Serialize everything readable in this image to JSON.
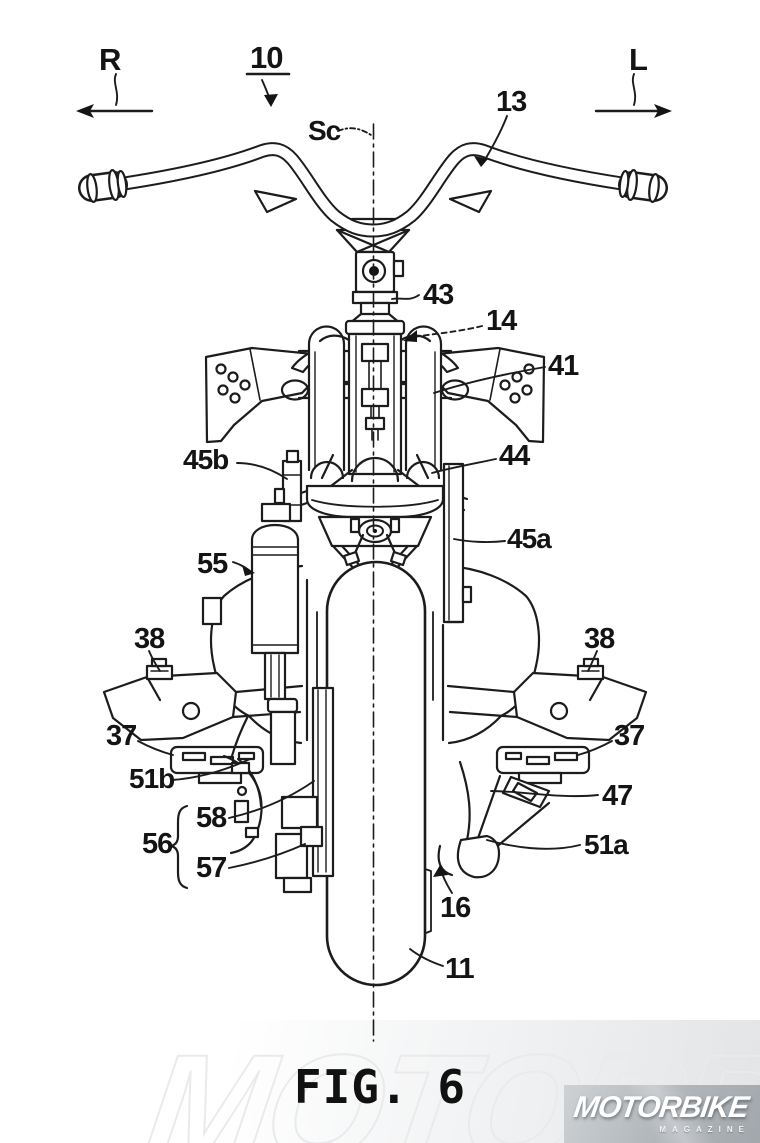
{
  "figure": {
    "caption": "FIG. 6"
  },
  "labels": {
    "r": "R",
    "l": "L",
    "n10": "10",
    "n13": "13",
    "sc": "Sc",
    "n43": "43",
    "n14": "14",
    "n41": "41",
    "n45b": "45b",
    "n44": "44",
    "n45a": "45a",
    "n55": "55",
    "n38_left": "38",
    "n38_right": "38",
    "n37_left": "37",
    "n37_right": "37",
    "n51b": "51b",
    "n58": "58",
    "n56": "56",
    "n57": "57",
    "n47": "47",
    "n51a": "51a",
    "n16": "16",
    "n11": "11"
  },
  "watermark": {
    "text": "MOTORBIKE"
  },
  "logo": {
    "title": "MOTORBIKE",
    "subtitle": "MAGAZINE"
  },
  "colors": {
    "ink": "#1c1c1c",
    "paper": "#ffffff",
    "watermark_outline": "#e8eaec",
    "logo_gradient_start": "#ced2d5",
    "logo_gradient_end": "#a2a7ac"
  }
}
